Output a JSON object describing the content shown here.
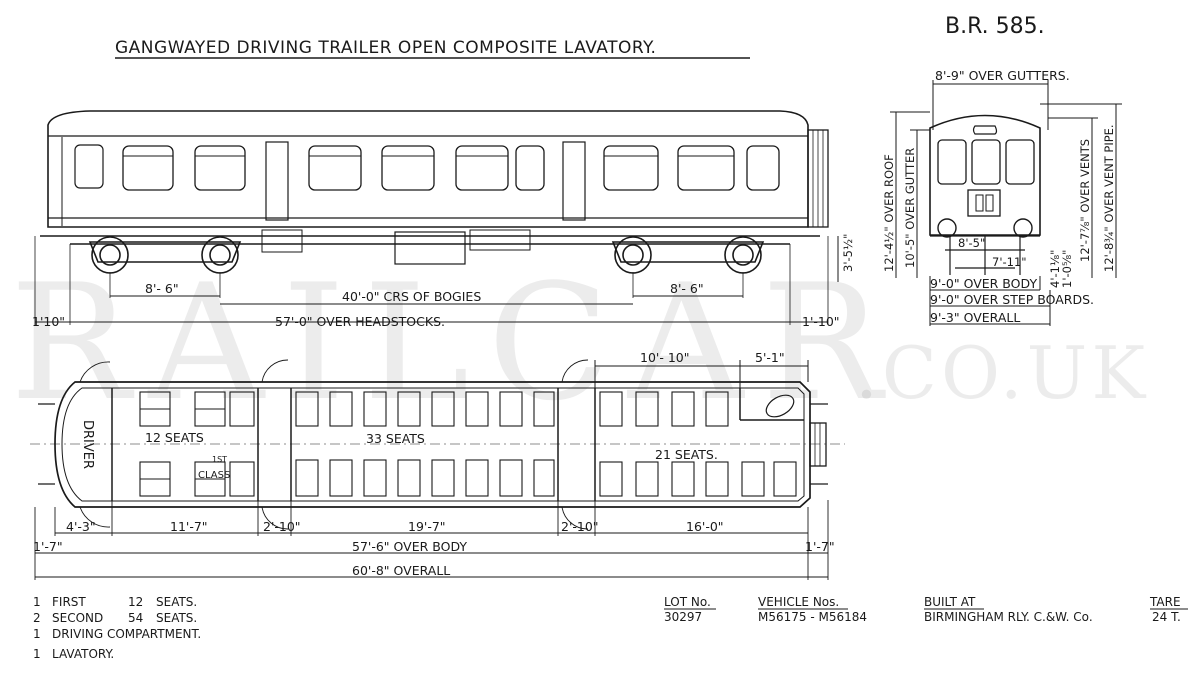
{
  "title": "GANGWAYED DRIVING TRAILER OPEN COMPOSITE LAVATORY.",
  "diagram_no": "B.R. 585.",
  "watermark": {
    "main": "RAILCAR",
    "suffix": ".CO.UK"
  },
  "side_view_dims": {
    "bogie_wheelbase_left": "8'- 6\"",
    "bogie_centres": "40'-0\" CRS OF BOGIES",
    "bogie_wheelbase_right": "8'- 6\"",
    "end_left": "1'10\"",
    "headstocks": "57'-0\" OVER HEADSTOCKS.",
    "end_right": "1'-10\"",
    "buffer_height": "3'-5½\""
  },
  "end_view_dims": {
    "over_gutters": "8'-9\" OVER GUTTERS.",
    "over_roof": "12'-4½\" OVER ROOF",
    "over_gutter": "10'-5\" OVER GUTTER",
    "over_vents": "12'-7⅞\" OVER VENTS",
    "over_vent_pipe": "12'-8¾\" OVER VENT PIPE.",
    "bogie_a": "8'-5\"",
    "bogie_b": "7'-11\"",
    "small_a": "4'-1⅛\"",
    "small_b": "1'-0⅝\"",
    "over_body": "9'-0\" OVER BODY",
    "over_step_boards": "9'-0\" OVER STEP BOARDS.",
    "overall": "9'-3\" OVERALL"
  },
  "plan_view": {
    "driver": "DRIVER",
    "seats_first": "12 SEATS",
    "first_class_sup": "1ST",
    "first_class": "CLASS",
    "seats_centre": "33 SEATS",
    "seats_end": "21 SEATS.",
    "top_dim_a": "10'- 10\"",
    "top_dim_b": "5'-1\"",
    "segments": [
      "4'-3\"",
      "11'-7\"",
      "2'-10\"",
      "19'-7\"",
      "2'-10\"",
      "16'-0\""
    ],
    "end_left": "1'-7\"",
    "over_body": "57'-6\" OVER BODY",
    "end_right": "1'-7\"",
    "overall": "60'-8\" OVERALL"
  },
  "accommodation": [
    {
      "qty": "1",
      "cls": "FIRST",
      "seats": "12",
      "unit": "SEATS."
    },
    {
      "qty": "2",
      "cls": "SECOND",
      "seats": "54",
      "unit": "SEATS."
    }
  ],
  "extras": [
    {
      "qty": "1",
      "text": "DRIVING COMPARTMENT."
    },
    {
      "qty": "1",
      "text": "LAVATORY."
    }
  ],
  "info": {
    "lot_label": "LOT No.",
    "lot_value": "30297",
    "vehicle_label": "VEHICLE Nos.",
    "vehicle_value": "M56175 - M56184",
    "built_label": "BUILT AT",
    "built_value": "BIRMINGHAM RLY. C.&W. Co.",
    "tare_label": "TARE",
    "tare_value": "24 T."
  }
}
